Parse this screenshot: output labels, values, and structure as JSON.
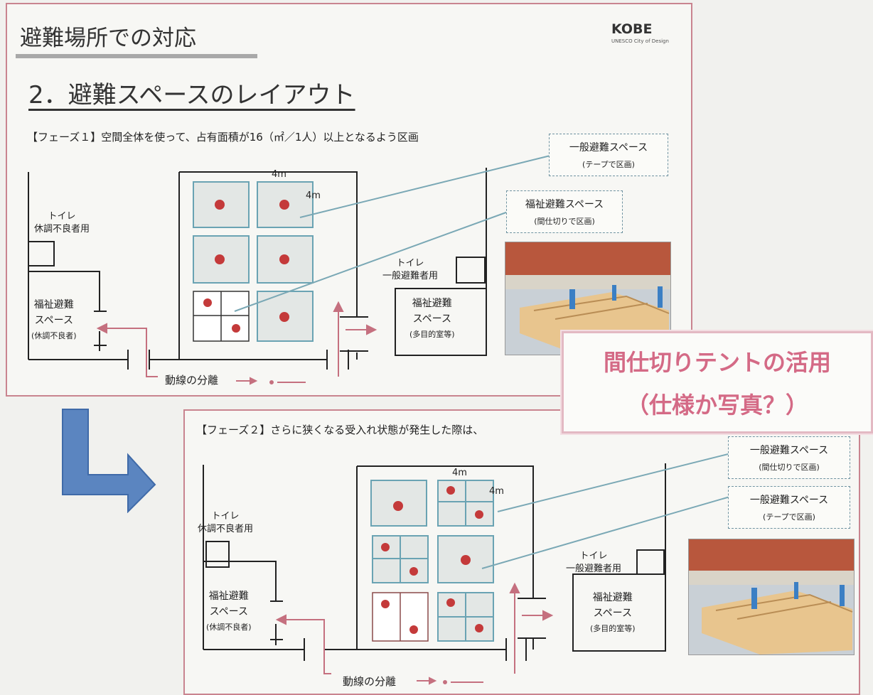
{
  "header": {
    "title": "避難場所での対応",
    "subtitle": "2．避難スペースのレイアウト",
    "logo_text": "KOBE",
    "logo_sub": "UNESCO City of Design"
  },
  "phase1": {
    "caption": "【フェーズ１】空間全体を使って、占有面積が16（㎡／1人）以上となるよう区画",
    "dim_w": "4m",
    "dim_h": "4m",
    "toilet_left": [
      "トイレ",
      "休調不良者用"
    ],
    "welfare_left": [
      "福祉避難",
      "スペース",
      "(休調不良者)"
    ],
    "toilet_right": [
      "トイレ",
      "一般避難者用"
    ],
    "welfare_right": [
      "福祉避難",
      "スペース",
      "(多目的室等)"
    ],
    "callout_general": [
      "一般避難スペース",
      "(テープで区画)"
    ],
    "callout_welfare": [
      "福祉避難スペース",
      "(間仕切りで区画)"
    ],
    "flow_label": "動線の分離"
  },
  "overlay": {
    "line1": "間仕切りテントの活用",
    "line2": "（仕様か写真？）"
  },
  "phase2": {
    "caption": "【フェーズ２】さらに狭くなる受入れ状態が発生した際は、",
    "dim_w": "4m",
    "dim_h": "4m",
    "toilet_left": [
      "トイレ",
      "休調不良者用"
    ],
    "welfare_left": [
      "福祉避難",
      "スペース",
      "(休調不良者)"
    ],
    "toilet_right": [
      "トイレ",
      "一般避難者用"
    ],
    "welfare_right": [
      "福祉避難",
      "スペース",
      "(多目的室等)"
    ],
    "callout_a": [
      "一般避難スペース",
      "(間仕切りで区画)"
    ],
    "callout_b": [
      "一般避難スペース",
      "(テープで区画)"
    ],
    "flow_label": "動線の分離"
  },
  "colors": {
    "frame": "#c9848f",
    "title_pink": "#d46a86",
    "grid_blue": "#6aa3b3",
    "big_arrow": "#5b85c0",
    "mark_red": "#c43a3a"
  }
}
